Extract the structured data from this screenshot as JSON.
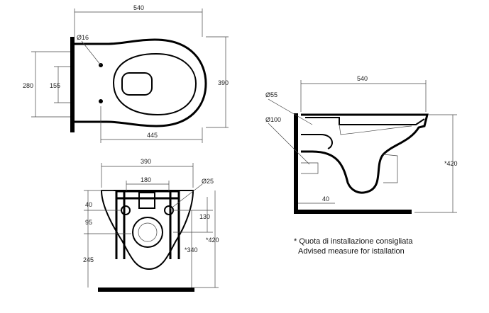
{
  "top_view": {
    "width": "540",
    "height": "390",
    "hole": "Ø16",
    "fix_span": "280",
    "fix_gap": "155",
    "bowl_len": "445"
  },
  "front_view": {
    "width": "390",
    "inner": "180",
    "hole": "Ø25",
    "d40": "40",
    "d95": "95",
    "d245": "245",
    "d130": "130",
    "d340": "*340",
    "d420": "*420"
  },
  "side_view": {
    "width": "540",
    "pipe1": "Ø55",
    "pipe2": "Ø100",
    "d40": "40",
    "d420": "*420"
  },
  "note": {
    "italian": "* Quota di installazione consigliata",
    "english": "Advised measure for istallation"
  }
}
